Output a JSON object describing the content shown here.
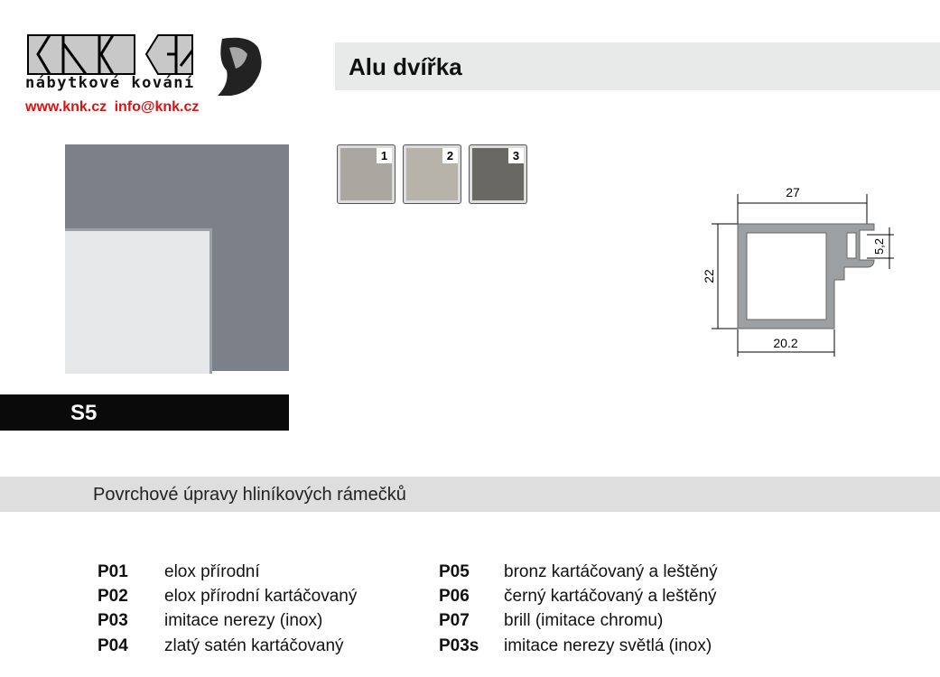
{
  "logo": {
    "brand": "KNK CZ",
    "subtitle": "nábytkové kování",
    "web": "www.knk.cz",
    "email": "info@knk.cz"
  },
  "title": "Alu dvířka",
  "swatches": [
    {
      "num": "1",
      "color": "#a9a7a0"
    },
    {
      "num": "2",
      "color": "#b8b3aa"
    },
    {
      "num": "3",
      "color": "#6a6863"
    }
  ],
  "profile": {
    "width_total": "27",
    "height": "22",
    "width_inner": "20.2",
    "groove": "5,2"
  },
  "sample_label": "S5",
  "section_title": "Povrchové úpravy hliníkových rámečků",
  "finishes_left": [
    {
      "code": "P01",
      "name": "elox přírodní"
    },
    {
      "code": "P02",
      "name": "elox přírodní kartáčovaný"
    },
    {
      "code": "P03",
      "name": "imitace nerezy (inox)"
    },
    {
      "code": "P04",
      "name": "zlatý satén kartáčovaný"
    }
  ],
  "finishes_right": [
    {
      "code": "P05",
      "name": "bronz kartáčovaný a leštěný"
    },
    {
      "code": "P06",
      "name": "černý kartáčovaný a leštěný"
    },
    {
      "code": "P07",
      "name": "brill (imitace chromu)"
    },
    {
      "code": "P03s",
      "name": "imitace nerezy světlá (inox)"
    }
  ]
}
